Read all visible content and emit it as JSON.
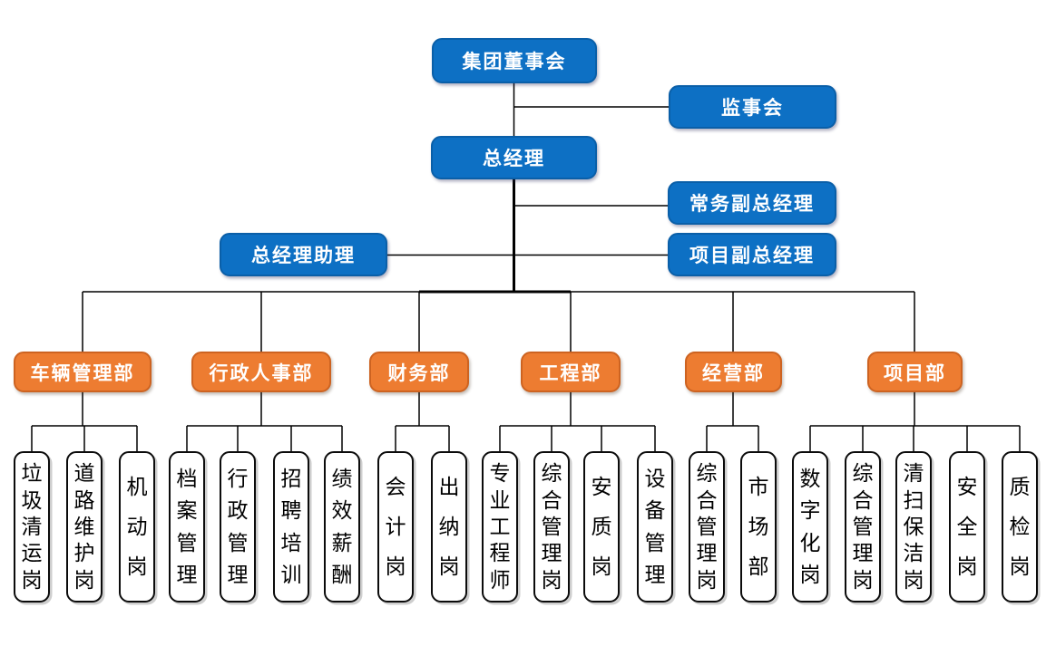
{
  "colors": {
    "node_blue": "#0d70c4",
    "node_blue_border": "#0a5fa8",
    "node_orange": "#ed7c31",
    "node_orange_border": "#cd6321",
    "post_bg": "#ffffff",
    "post_border": "#0b0b0b",
    "line": "#000000",
    "text_on_color": "#ffffff",
    "text_on_post": "#000000"
  },
  "org": {
    "board": {
      "label": "集团董事会"
    },
    "supervisory": {
      "label": "监事会"
    },
    "gm": {
      "label": "总经理"
    },
    "exec_deputy": {
      "label": "常务副总经理"
    },
    "assistant": {
      "label": "总经理助理"
    },
    "project_deputy": {
      "label": "项目副总经理"
    },
    "departments": [
      {
        "label": "车辆管理部",
        "posts": [
          "垃圾清运岗",
          "道路维护岗",
          "机动岗"
        ]
      },
      {
        "label": "行政人事部",
        "posts": [
          "档案管理",
          "行政管理",
          "招聘培训",
          "绩效薪酬"
        ]
      },
      {
        "label": "财务部",
        "posts": [
          "会计岗",
          "出纳岗"
        ]
      },
      {
        "label": "工程部",
        "posts": [
          "专业工程师",
          "综合管理岗",
          "安质岗",
          "设备管理"
        ]
      },
      {
        "label": "经营部",
        "posts": [
          "综合管理岗",
          "市场部"
        ]
      },
      {
        "label": "项目部",
        "posts": [
          "数字化岗",
          "综合管理岗",
          "清扫保洁岗",
          "安全岗",
          "质检岗"
        ]
      }
    ]
  }
}
